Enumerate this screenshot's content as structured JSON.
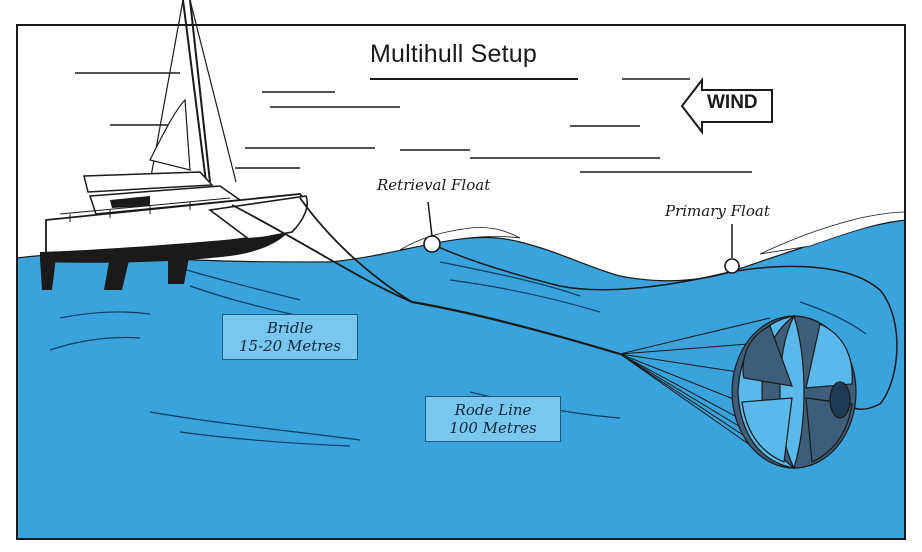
{
  "title": "Multihull Setup",
  "wind": {
    "label": "WIND"
  },
  "labels": {
    "retrieval_float": "Retrieval Float",
    "primary_float": "Primary Float",
    "bridle": {
      "line1": "Bridle",
      "line2": "15-20 Metres"
    },
    "rode_line": {
      "line1": "Rode Line",
      "line2": "100 Metres"
    }
  },
  "colors": {
    "sea": "#3aa3dc",
    "sea_dark": "#1b6fa6",
    "label_box": "#79c6ee",
    "chute_light": "#5ab8ea",
    "chute_dark": "#3d5d78",
    "outline": "#1a1a1a"
  }
}
